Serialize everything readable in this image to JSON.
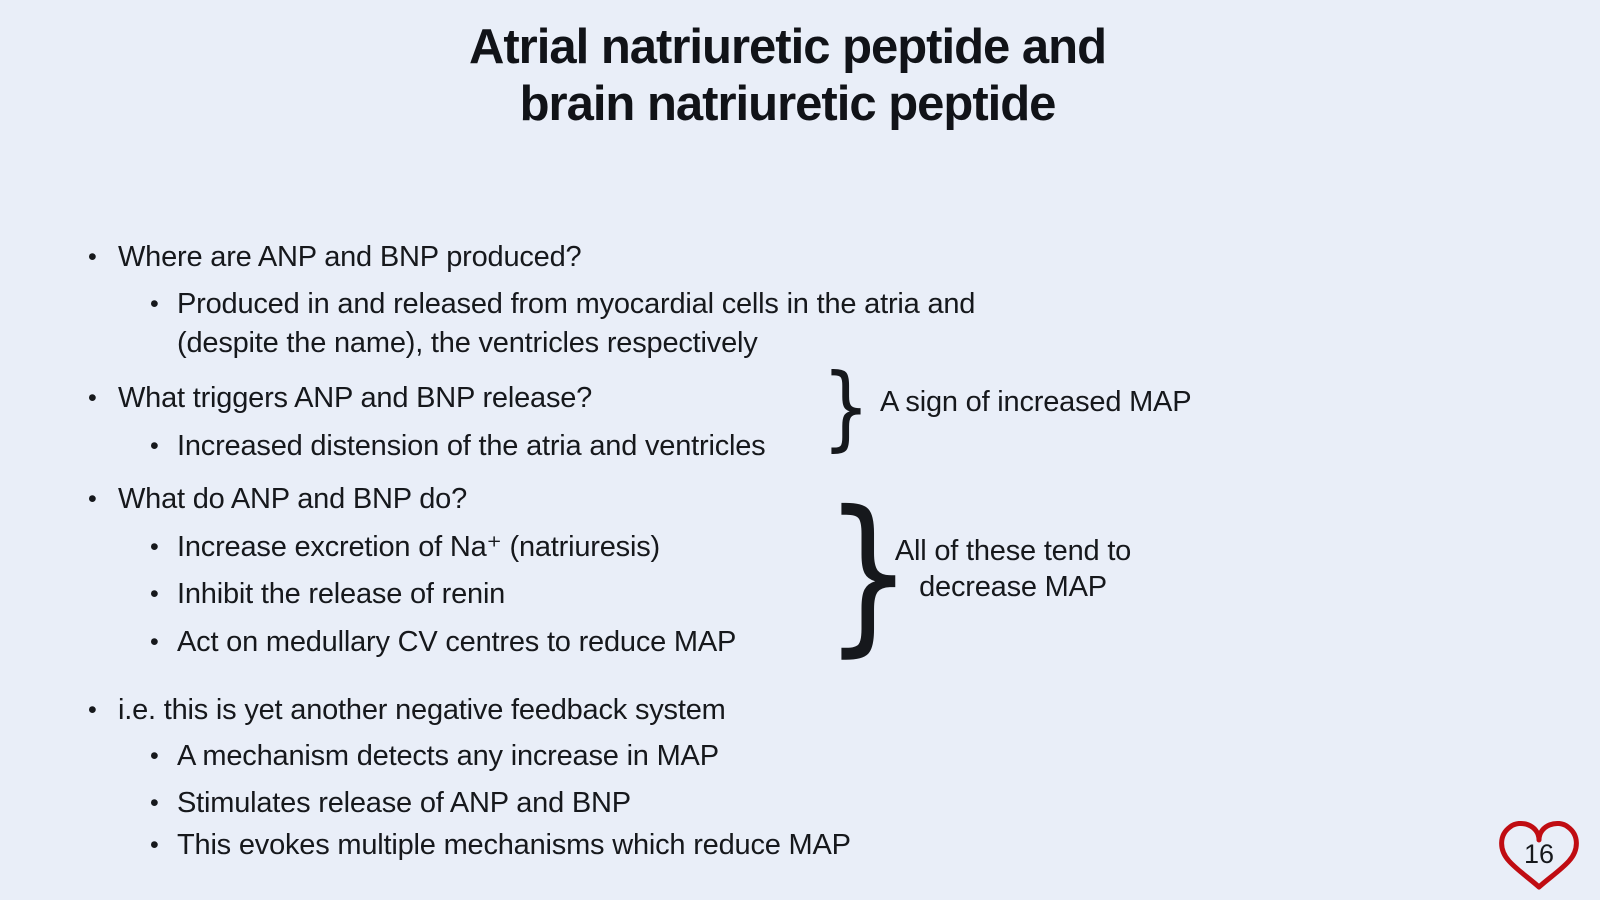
{
  "slide": {
    "title": "Atrial natriuretic peptide and\nbrain natriuretic peptide",
    "bullet_char": "•",
    "brace_char": "}",
    "page_number": "16",
    "colors": {
      "background": "#e9eef8",
      "text": "#16181c",
      "heart_outline": "#c00c12"
    },
    "lines": [
      {
        "level": 1,
        "text": "Where are ANP and BNP produced?"
      },
      {
        "level": 2,
        "text": "Produced in and released from myocardial cells in the atria and\n(despite the name), the ventricles respectively"
      },
      {
        "level": 1,
        "text": "What triggers ANP and BNP release?"
      },
      {
        "level": 2,
        "text": "Increased distension of the atria and ventricles"
      },
      {
        "level": 1,
        "text": "What do ANP and BNP do?"
      },
      {
        "level": 2,
        "text": "Increase excretion of Na⁺ (natriuresis)"
      },
      {
        "level": 2,
        "text": "Inhibit the release of renin"
      },
      {
        "level": 2,
        "text": "Act on medullary CV centres to reduce MAP"
      },
      {
        "level": 1,
        "text": "i.e. this is yet another negative feedback system"
      },
      {
        "level": 2,
        "text": "A mechanism detects any increase in MAP"
      },
      {
        "level": 2,
        "text": "Stimulates release of ANP and BNP"
      },
      {
        "level": 2,
        "text": "This evokes multiple mechanisms which reduce MAP"
      }
    ],
    "annotations": [
      {
        "text": "A sign of increased MAP"
      },
      {
        "text": "All of these tend to\ndecrease MAP"
      }
    ]
  }
}
